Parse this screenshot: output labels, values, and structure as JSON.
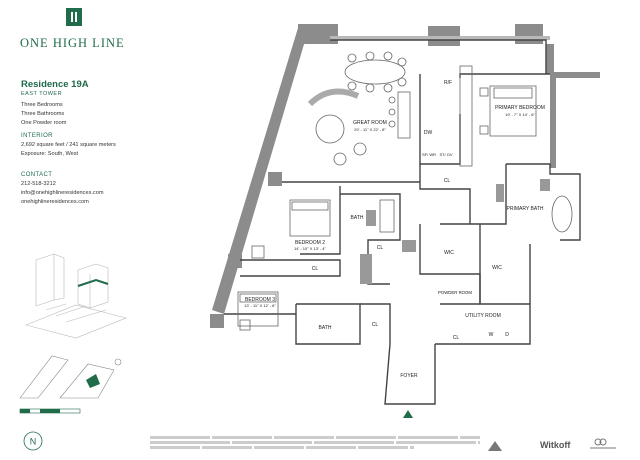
{
  "brand": {
    "name": "ONE HIGH LINE"
  },
  "residence": {
    "title": "Residence 19A",
    "tower": "EAST TOWER",
    "summary": [
      "Three Bedrooms",
      "Three Bathrooms",
      "One Powder room"
    ]
  },
  "interior": {
    "heading": "INTERIOR",
    "area": "2,692 square feet / 241 square meters",
    "exposure": "Exposure: South, West"
  },
  "contact": {
    "heading": "CONTACT",
    "phone": "212-518-3212",
    "email": "info@onehighlineresidences.com",
    "website": "onehighlineresidences.com"
  },
  "rooms": {
    "great_room": "GREAT ROOM",
    "great_room_dims": "29' - 11\" X 22' - 8\"",
    "primary_bedroom": "PRIMARY BEDROOM",
    "primary_bedroom_dims": "19' - 7\" X 14' - 6\"",
    "primary_bath": "PRIMARY BATH",
    "bedroom2": "BEDROOM 2",
    "bedroom2_dims": "14' - 10\" X 13' - 4\"",
    "bedroom3": "BEDROOM 3",
    "bedroom3_dims": "13' - 11\" X 12' - 6\"",
    "bath": "BATH",
    "cl": "CL",
    "wic": "WIC",
    "powder_room": "POWDER ROOM",
    "utility_room": "UTILITY ROOM",
    "foyer": "FOYER",
    "dw": "DW",
    "rf": "R/F",
    "sf_wr": "SF/ WR",
    "st_ov": "ST/ OV",
    "w": "W",
    "d": "D"
  },
  "compass": {
    "label": "N"
  },
  "credits": {
    "developer": "Witkoff"
  },
  "colors": {
    "brand_green": "#1f6b4a",
    "wall_gray": "#8c8c8c"
  }
}
